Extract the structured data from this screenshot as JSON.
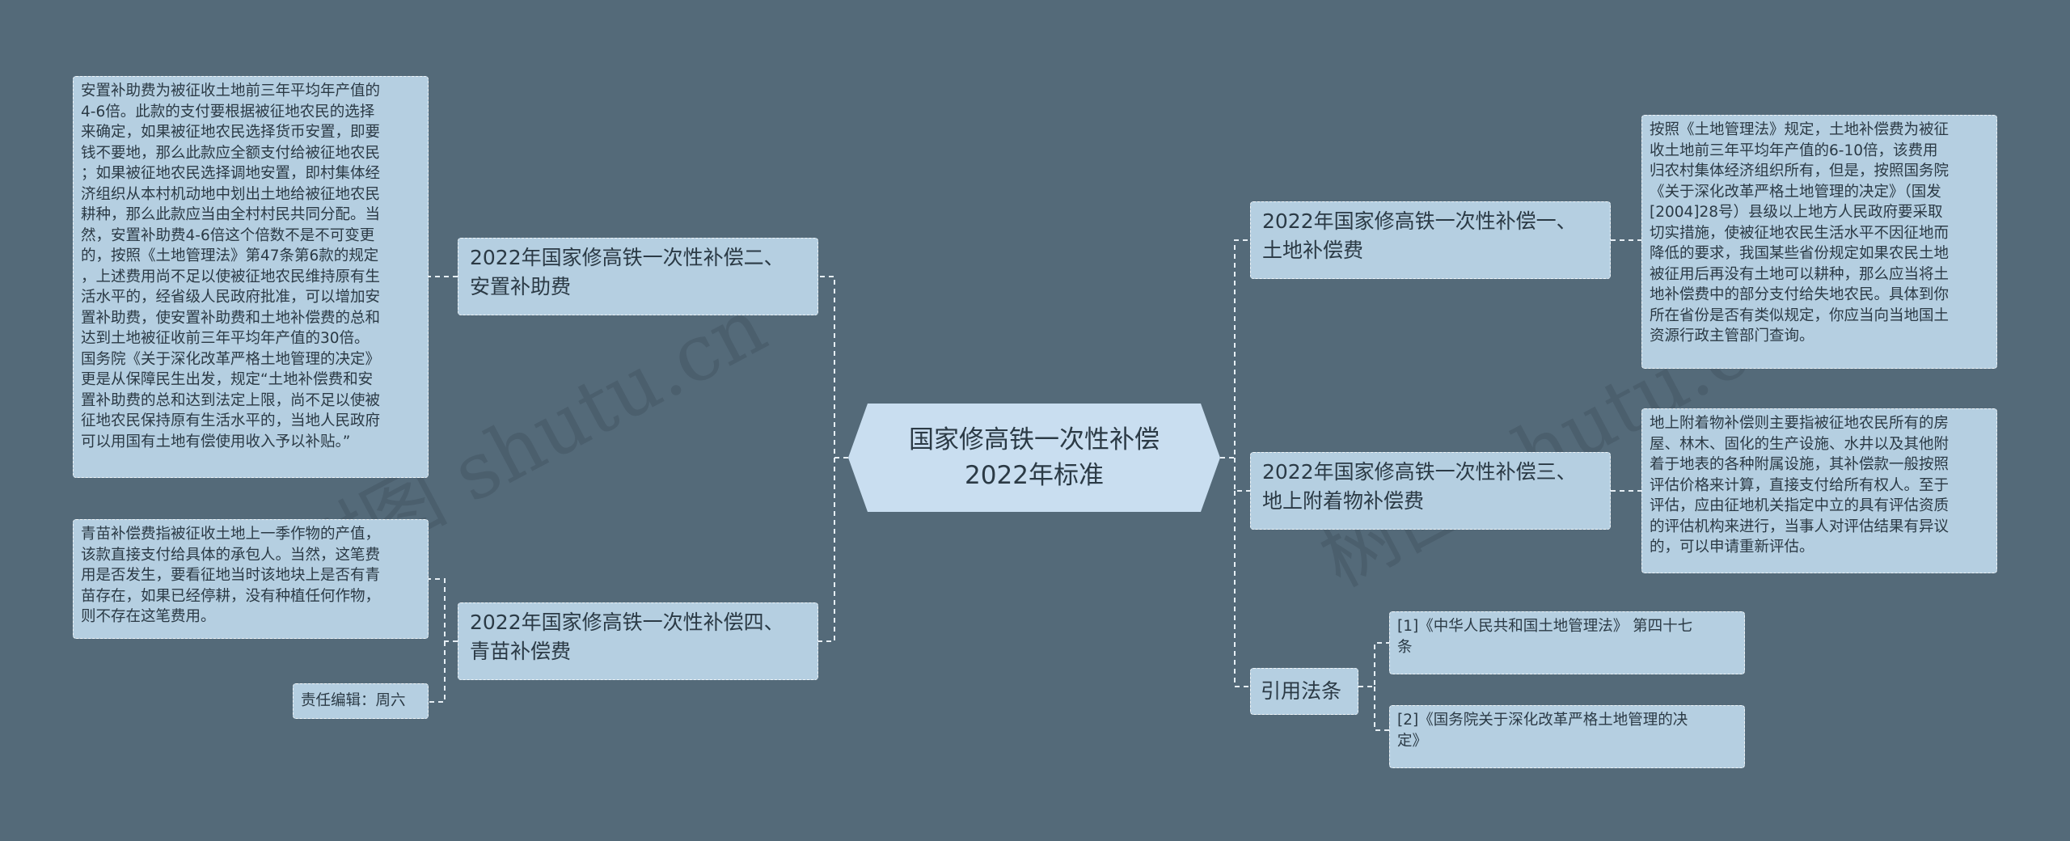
{
  "root": {
    "title": "国家修高铁一次性补偿2022年标准"
  },
  "branches": {
    "b1": "2022年国家修高铁一次性补偿二、\n安置补助费",
    "b2": "2022年国家修高铁一次性补偿四、\n青苗补偿费",
    "b3": "2022年国家修高铁一次性补偿一、\n土地补偿费",
    "b4": "2022年国家修高铁一次性补偿三、\n地上附着物补偿费",
    "b5": "引用法条"
  },
  "leaves": {
    "l1": "安置补助费为被征收土地前三年平均年产值的\n4-6倍。此款的支付要根据被征地农民的选择\n来确定，如果被征地农民选择货币安置，即要\n钱不要地，那么此款应全额支付给被征地农民\n；如果被征地农民选择调地安置，即村集体经\n济组织从本村机动地中划出土地给被征地农民\n耕种，那么此款应当由全村村民共同分配。当\n然，安置补助费4-6倍这个倍数不是不可变更\n的，按照《土地管理法》第47条第6款的规定\n，上述费用尚不足以使被征地农民维持原有生\n活水平的，经省级人民政府批准，可以增加安\n置补助费，使安置补助费和土地补偿费的总和\n达到土地被征收前三年平均年产值的30倍。\n国务院《关于深化改革严格土地管理的决定》\n更是从保障民生出发，规定“土地补偿费和安\n置补助费的总和达到法定上限，尚不足以使被\n征地农民保持原有生活水平的，当地人民政府\n可以用国有土地有偿使用收入予以补贴。”",
    "l2": "青苗补偿费指被征收土地上一季作物的产值，\n该款直接支付给具体的承包人。当然，这笔费\n用是否发生，要看征地当时该地块上是否有青\n苗存在，如果已经停耕，没有种植任何作物，\n则不存在这笔费用。",
    "l3": "责任编辑：周六",
    "l4": "按照《土地管理法》规定，土地补偿费为被征\n收土地前三年平均年产值的6-10倍，该费用\n归农村集体经济组织所有，但是，按照国务院\n《关于深化改革严格土地管理的决定》（国发\n[2004]28号）县级以上地方人民政府要采取\n切实措施，使被征地农民生活水平不因征地而\n降低的要求，我国某些省份规定如果农民土地\n被征用后再没有土地可以耕种，那么应当将土\n地补偿费中的部分支付给失地农民。具体到你\n所在省份是否有类似规定，你应当向当地国土\n资源行政主管部门查询。",
    "l5": "地上附着物补偿则主要指被征地农民所有的房\n屋、林木、固化的生产设施、水井以及其他附\n着于地表的各种附属设施，其补偿款一般按照\n评估价格来计算，直接支付给所有权人。至于\n评估，应由征地机关指定中立的具有评估资质\n的评估机构来进行，当事人对评估结果有异议\n的，可以申请重新评估。",
    "l6": "[1]《中华人民共和国土地管理法》 第四十七\n条",
    "l7": "[2]《国务院关于深化改革严格土地管理的决\n定》"
  },
  "watermark": {
    "left": "树图 shutu.cn",
    "right": "树图 shutu.cn"
  }
}
